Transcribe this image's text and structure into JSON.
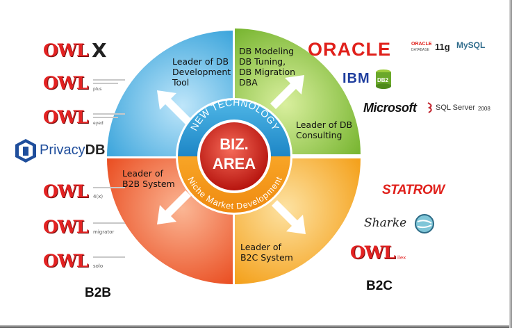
{
  "center": {
    "line1": "BIZ.",
    "line2": "AREA"
  },
  "ring": {
    "top_text": "NEW TECHNOLOGY",
    "bottom_text": "Niche Market Development"
  },
  "quadrants": {
    "top_left": [
      "Leader of DB",
      "Development",
      "Tool"
    ],
    "top_right_inner": [
      "DB Modeling",
      "DB Tuning,",
      "DB Migration",
      "DBA"
    ],
    "top_right_outer": [
      "Leader of DB",
      "Consulting"
    ],
    "bottom_left": [
      "Leader of",
      "B2B System"
    ],
    "bottom_right": [
      "Leader of",
      "B2C System"
    ]
  },
  "colors": {
    "blue": "#3ea6dc",
    "green": "#7bb935",
    "red": "#ee5828",
    "orange": "#f6a623",
    "center_red": "#d0241b"
  },
  "left_logos": {
    "owl_x": {
      "owl": "OWL",
      "suffix": "X"
    },
    "owl_plus": {
      "owl": "OWL",
      "suffix": "plus"
    },
    "owl_eyed": {
      "owl": "OWL",
      "suffix": "eyed"
    },
    "privacy_db": {
      "word1": "Privacy",
      "word2": "DB"
    },
    "owl_4x": {
      "owl": "OWL",
      "suffix": "4(x)"
    },
    "owl_migrator": {
      "owl": "OWL",
      "suffix": "migrator"
    },
    "owl_solo": {
      "owl": "OWL",
      "suffix": "solo"
    }
  },
  "right_logos": {
    "oracle": "ORACLE",
    "oracle_11g": {
      "brand": "ORACLE",
      "sub": "DATABASE",
      "version": "11g"
    },
    "mysql": "MySQL",
    "ibm": "IBM",
    "db2": "DB2",
    "microsoft": "Microsoft",
    "sql_server": "SQL Server",
    "sql_server_year": "2008",
    "statrow": "STATROW",
    "sharke": "Sharke",
    "owl_ilex": {
      "owl": "OWL",
      "suffix": "ilex"
    }
  },
  "segments": {
    "b2b": "B2B",
    "b2c": "B2C"
  }
}
